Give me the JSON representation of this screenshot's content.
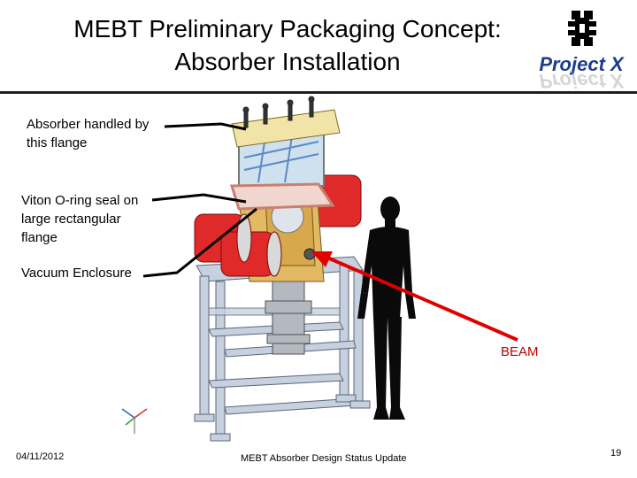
{
  "slide": {
    "title_line1": "MEBT Preliminary Packaging Concept:",
    "title_line2": "Absorber Installation",
    "logo_text": "Project X",
    "logo_text_mirror": "Project X",
    "labels": {
      "absorber_flange": [
        "Absorber handled by",
        "this flange"
      ],
      "viton_seal": [
        "Viton O-ring seal on",
        "large rectangular",
        "flange"
      ],
      "vacuum_enclosure": "Vacuum Enclosure",
      "beam": "BEAM"
    },
    "footer": {
      "date": "04/11/2012",
      "center": "MEBT Absorber Design Status Update",
      "page": "19"
    },
    "colors": {
      "beam_arrow": "#e00000",
      "flange": "#f2e3a6",
      "magnet": "#e02a2a",
      "frame": "#b8c4d4",
      "figure": "#0a0a0a"
    }
  }
}
